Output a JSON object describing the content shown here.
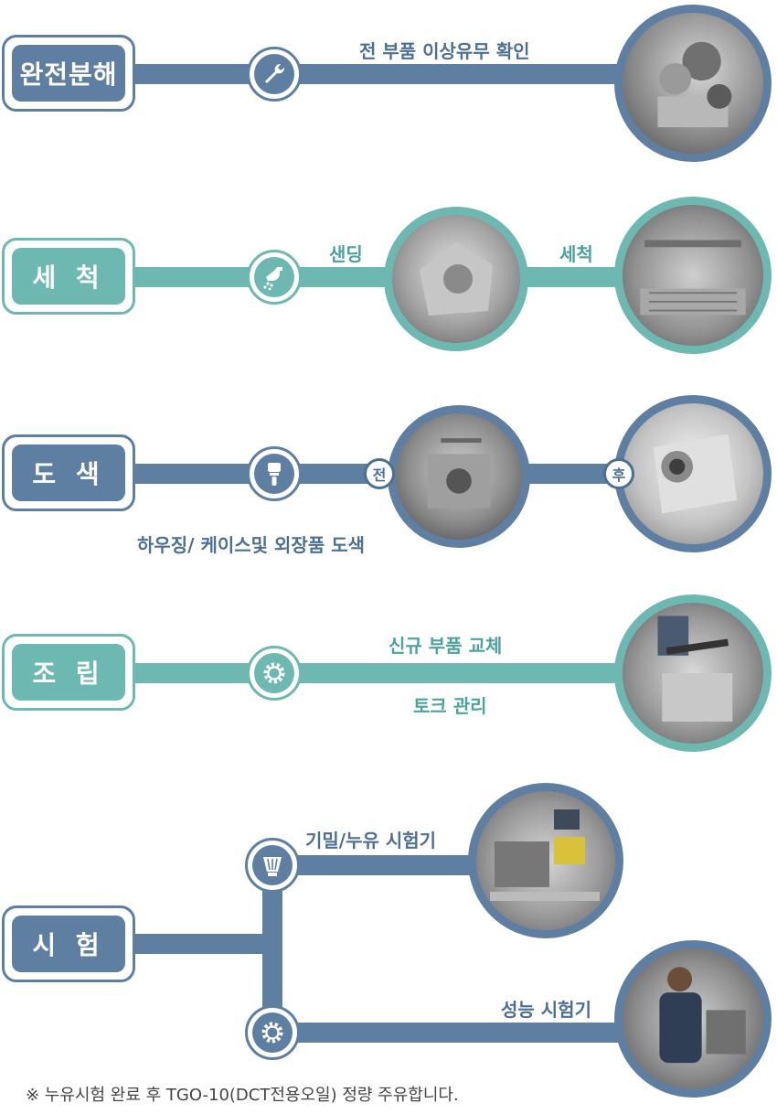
{
  "colors": {
    "blue": "#5f7fa2",
    "teal": "#6db8b0",
    "blue_text": "#4d6f93",
    "teal_text": "#4ba39b"
  },
  "steps": [
    {
      "label": "완전분해",
      "icon": "wrench-icon",
      "texts": [
        "전 부품 이상유무 확인"
      ]
    },
    {
      "label": "세 척",
      "icon": "shower-icon",
      "texts": [
        "샌딩",
        "세척"
      ]
    },
    {
      "label": "도 색",
      "icon": "paint-brush-icon",
      "texts": [
        "하우징/ 케이스및 외장품 도색"
      ],
      "tags": [
        "전",
        "후"
      ]
    },
    {
      "label": "조 립",
      "icon": "gear-icon",
      "texts": [
        "신규 부품 교체",
        "토크 관리"
      ]
    },
    {
      "label": "시 험",
      "icons": [
        "broom-icon",
        "gear-icon"
      ],
      "texts": [
        "기밀/누유 시험기",
        "성능 시험기"
      ]
    }
  ],
  "footnote": "※ 누유시험 완료 후 TGO-10(DCT전용오일) 정량 주유합니다."
}
